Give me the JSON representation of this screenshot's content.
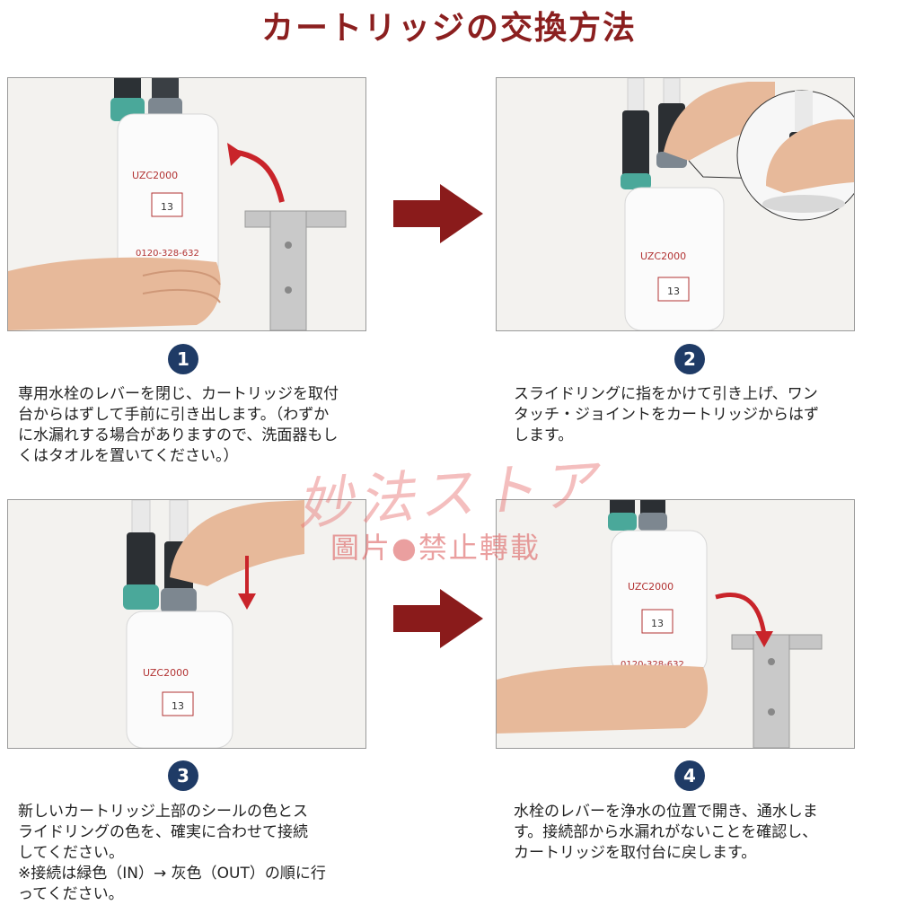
{
  "title": "カートリッジの交換方法",
  "colors": {
    "title": "#8b1f1f",
    "arrow": "#8a1b1b",
    "badge": "#1f3b66",
    "frame": "#9a9a9a"
  },
  "photo_labels": {
    "model": "UZC2000",
    "number": "13",
    "phone": "0120-328-632"
  },
  "steps": [
    {
      "number": "1",
      "text": "専用水栓のレバーを閉じ、カートリッジを取付\n台からはずして手前に引き出します。（わずか\nに水漏れする場合がありますので、洗面器もし\nくはタオルを置いてください。）"
    },
    {
      "number": "2",
      "text": "スライドリングに指をかけて引き上げ、ワン\nタッチ・ジョイントをカートリッジからはず\nします。"
    },
    {
      "number": "3",
      "text": "新しいカートリッジ上部のシールの色とス\nライドリングの色を、確実に合わせて接続\nしてください。\n※接続は緑色（IN）→ 灰色（OUT）の順に行\nってください。"
    },
    {
      "number": "4",
      "text": "水栓のレバーを浄水の位置で開き、通水しま\nす。接続部から水漏れがないことを確認し、\nカートリッジを取付台に戻します。"
    }
  ],
  "watermark": {
    "brand": "妙法ストア",
    "note": "圖片●禁止轉載"
  },
  "icons": [
    "right-arrow-icon",
    "curved-arrow-icon",
    "down-arrow-icon"
  ]
}
